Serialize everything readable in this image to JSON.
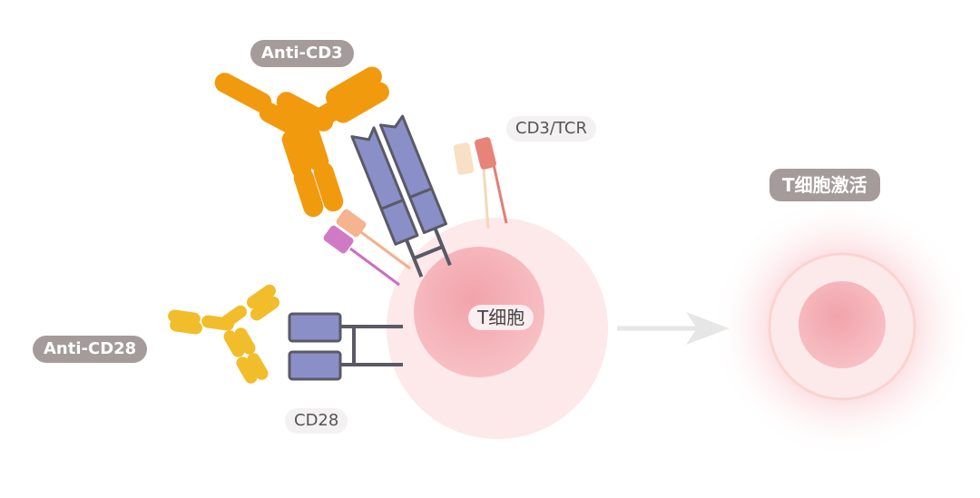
{
  "labels": {
    "anti_cd3": "Anti-CD3",
    "anti_cd28": "Anti-CD28",
    "cd3_tcr": "CD3/TCR",
    "cd28": "CD28",
    "t_cell": "T细胞",
    "t_cell_activation": "T细胞激活"
  },
  "colors": {
    "anti_cd3": "#f29a0e",
    "anti_cd28": "#f2bd2a",
    "receptor": "#8a8fc8",
    "receptor_outline": "#5a5a66",
    "cell_outer": "#fde6e8",
    "cell_inner": "#f6b6bd",
    "label_bg_dark": "#a59b9b",
    "arrow": "#e6e6e6"
  }
}
